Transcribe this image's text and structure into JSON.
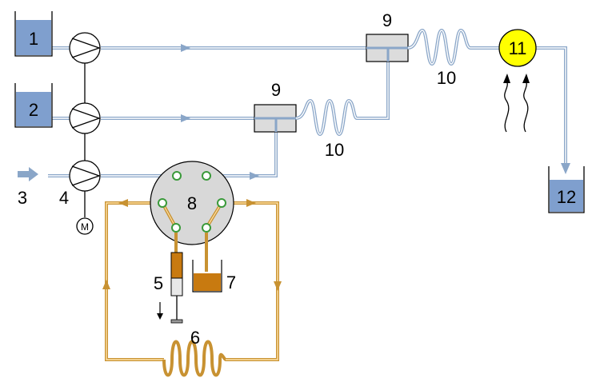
{
  "labels": {
    "reservoir_1": "1",
    "reservoir_2": "2",
    "inlet_3": "3",
    "pump_4": "4",
    "syringe_5": "5",
    "loop_6": "6",
    "vessel_7": "7",
    "valve_8": "8",
    "mixer_9a": "9",
    "mixer_9b": "9",
    "coil_10a": "10",
    "coil_10b": "10",
    "detector_11": "11",
    "waste_12": "12",
    "motor": "M"
  },
  "colors": {
    "reservoir_fill": "#7f9fce",
    "tube": "#8aa6c8",
    "sample_tube": "#c89232",
    "valve_body": "#d8d8d8",
    "valve_port": "#3a9a3a",
    "mixer_fill": "#dcdcdc",
    "detector_fill": "#ffff00",
    "sample_fill": "#c87a10"
  }
}
